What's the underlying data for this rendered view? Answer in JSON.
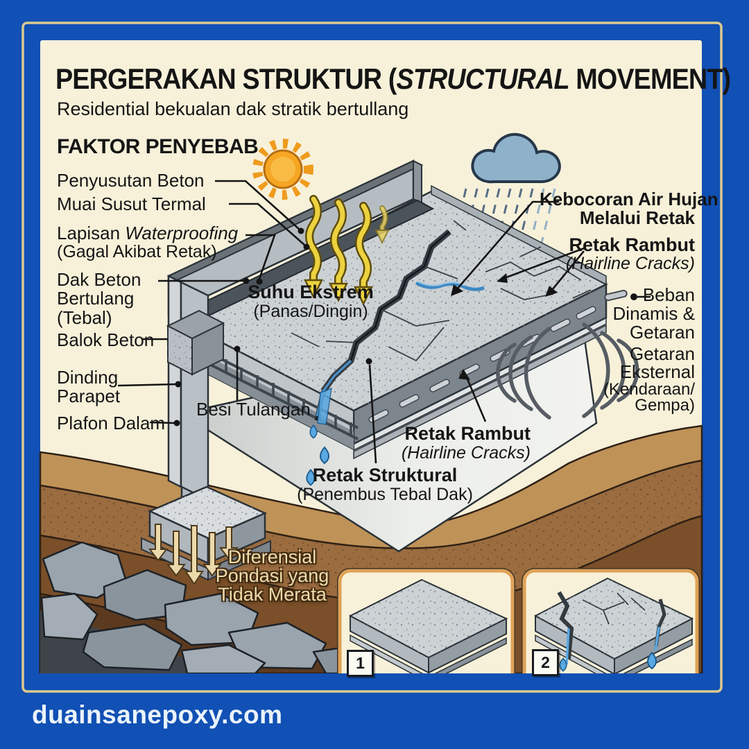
{
  "header": {
    "title_prefix": "PERGERAKAN STRUKTUR (",
    "title_italic": "STRUCTURAL",
    "title_suffix": " MOVEMENT)",
    "subtitle": "Residential bekualan dak stratik bertullang",
    "factors_heading": "FAKTOR PENYEBAB"
  },
  "labels_left": {
    "penyusutan": "Penyusutan Beton",
    "muai": "Muai Susut Termal",
    "lapisan_prefix": "Lapisan ",
    "lapisan_italic": "Waterproofing",
    "lapisan_sub": "(Gagal Akibat Retak)",
    "dak_1": "Dak Beton",
    "dak_2": "Bertulang",
    "dak_3": "(Tebal)",
    "balok": "Balok Beton",
    "dinding_1": "Dinding",
    "dinding_2": "Parapet",
    "plafon": "Plafon Dalam"
  },
  "labels_center": {
    "suhu_1": "Suhu Ekstrem",
    "suhu_2": "(Panas/Dingin)",
    "besi": "Besi Tulangan",
    "retak_rambut_1": "Retak Rambut",
    "retak_rambut_2": "(Hairline Cracks)",
    "retak_struktural_1": "Retak Struktural",
    "retak_struktural_2": "(Penembus Tebal Dak)",
    "diferensial_1": "Diferensial",
    "diferensial_2": "Pondasi yang",
    "diferensial_3": "Tidak Merata"
  },
  "labels_right": {
    "kebocoran_1": "Kebocoran Air Hujan",
    "kebocoran_2": "Melalui Retak",
    "retak_rambut_1": "Retak Rambut",
    "retak_rambut_2": "(Hairline Cracks)",
    "beban_1": "Beban",
    "beban_2": "Dinamis &",
    "beban_3": "Getaran",
    "getaran_1": "Getaran",
    "getaran_2": "Eksternal",
    "getaran_3": "(Kendaraan/",
    "getaran_4": "Gempa)"
  },
  "insets": {
    "panel1_number": "1",
    "panel2_number": "2"
  },
  "footer": {
    "site": "duainsanepoxy.com"
  },
  "colors": {
    "frame_blue": "#1150b4",
    "gold_border": "#dcca8e",
    "cream_bg": "#f7f1da",
    "sun_orange": "#f5a623",
    "heat_arrow_yellow": "#ecd23f",
    "cloud_blue": "#8fb2cb",
    "water_blue": "#58a8e2",
    "concrete_light": "#ccd1d4",
    "concrete_dark": "#7d858d",
    "crack_dark": "#363d44",
    "soil_tan": "#bf9257",
    "soil_dark": "#5c3a1f",
    "label_text": "#151515",
    "inset_border": "#dfa257",
    "footer_text": "#eaf3fa"
  }
}
